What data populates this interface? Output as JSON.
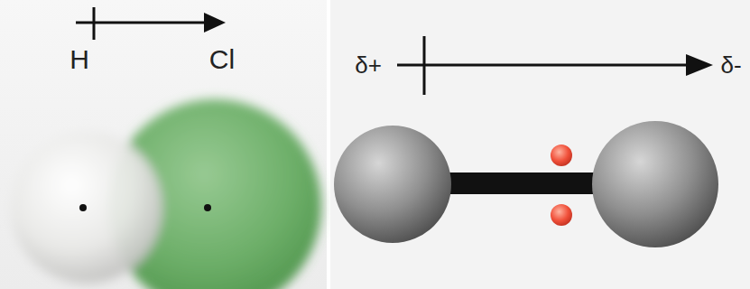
{
  "diagram": {
    "labels": [
      "H",
      "Cl",
      "δ+",
      "δ-"
    ]
  }
}
